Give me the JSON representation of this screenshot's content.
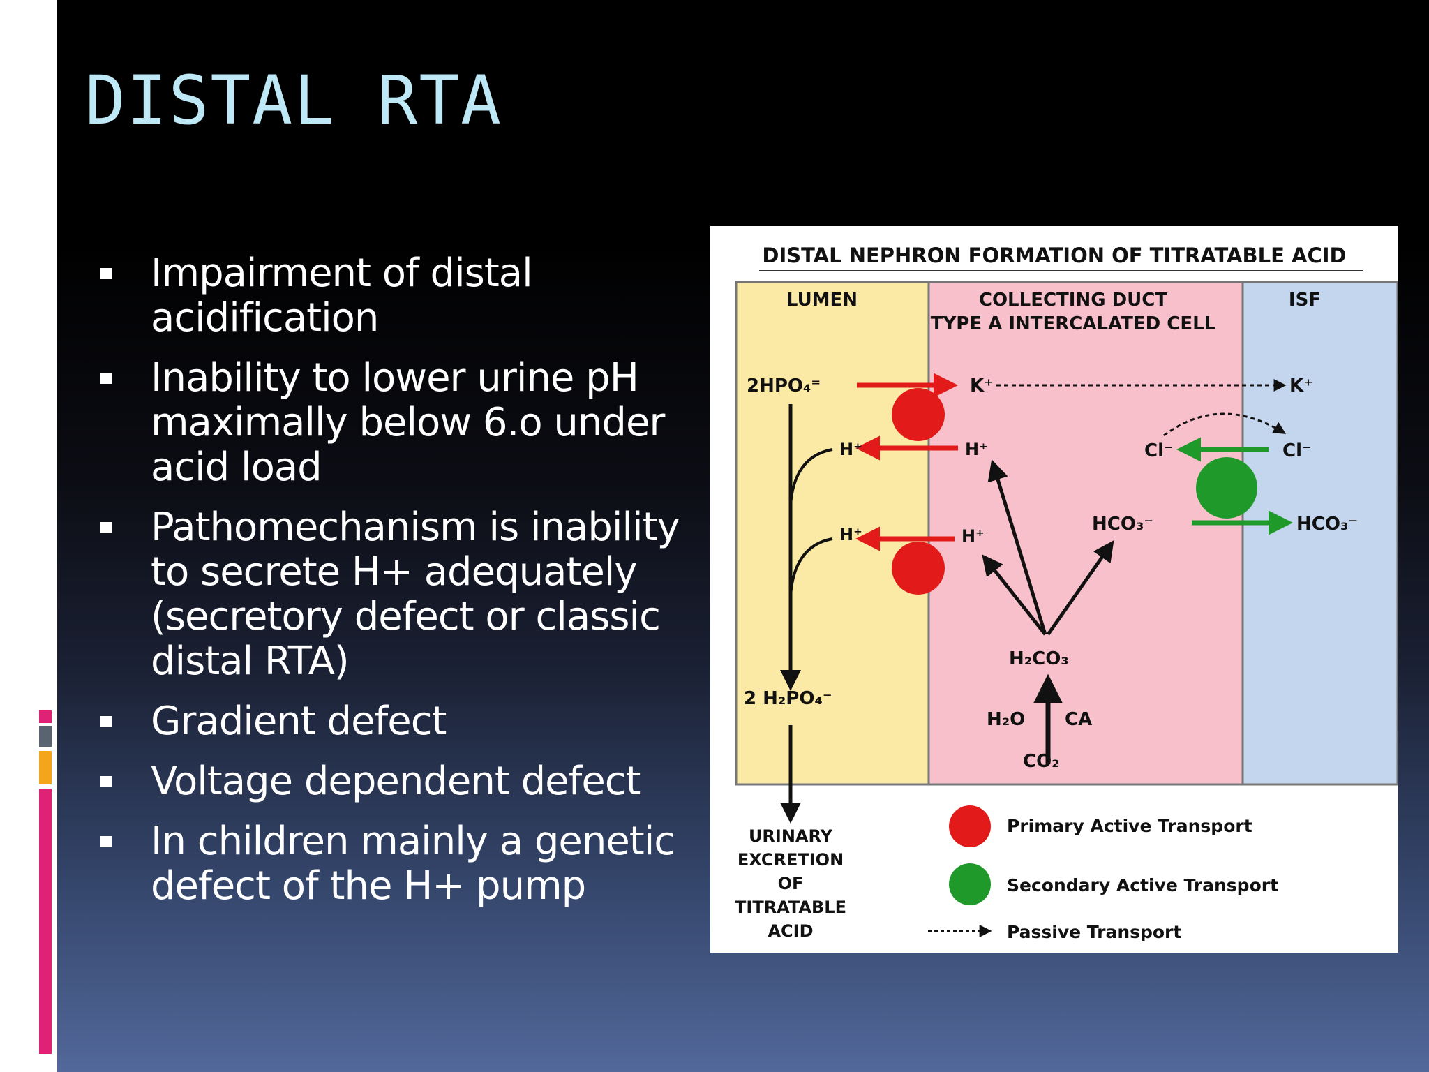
{
  "slide": {
    "title": "DISTAL RTA",
    "bullets": [
      "Impairment of distal acidification",
      "Inability to lower urine pH maximally below 6.o under acid load",
      "Pathomechanism is inability to secrete H+ adequately (secretory defect or classic distal RTA)",
      "Gradient defect",
      "Voltage dependent defect",
      "In children mainly a genetic defect of the H+ pump"
    ]
  },
  "diagram": {
    "title": "DISTAL NEPHRON FORMATION OF TITRATABLE ACID",
    "columns": {
      "lumen": "LUMEN",
      "duct_line1": "COLLECTING DUCT",
      "duct_line2": "TYPE A INTERCALATED CELL",
      "isf": "ISF"
    },
    "labels": {
      "hpo4": "2HPO₄⁼",
      "k_cell": "K⁺",
      "k_isf": "K⁺",
      "h_lumen_1": "H⁺",
      "h_cell_1": "H⁺",
      "cl_cell": "Cl⁻",
      "cl_isf": "Cl⁻",
      "h_lumen_2": "H⁺",
      "h_cell_2": "H⁺",
      "hco3_cell": "HCO₃⁻",
      "hco3_isf": "HCO₃⁻",
      "h2co3": "H₂CO₃",
      "h2o": "H₂O",
      "ca": "CA",
      "co2": "CO₂",
      "h2po4": "2 H₂PO₄⁻",
      "urinary_1": "URINARY",
      "urinary_2": "EXCRETION",
      "urinary_3": "OF",
      "urinary_4": "TITRATABLE",
      "urinary_5": "ACID"
    },
    "legend": {
      "primary": "Primary Active Transport",
      "secondary": "Secondary Active Transport",
      "passive": "Passive Transport"
    },
    "colors": {
      "lumen": "#fbeaa6",
      "duct": "#f8c0cb",
      "isf": "#c4d5ee",
      "primary": "#e21a1a",
      "secondary": "#1f9a2a"
    }
  },
  "decor": {
    "strip_colors": [
      "#e02277",
      "#5a6470",
      "#f4a51c"
    ]
  }
}
